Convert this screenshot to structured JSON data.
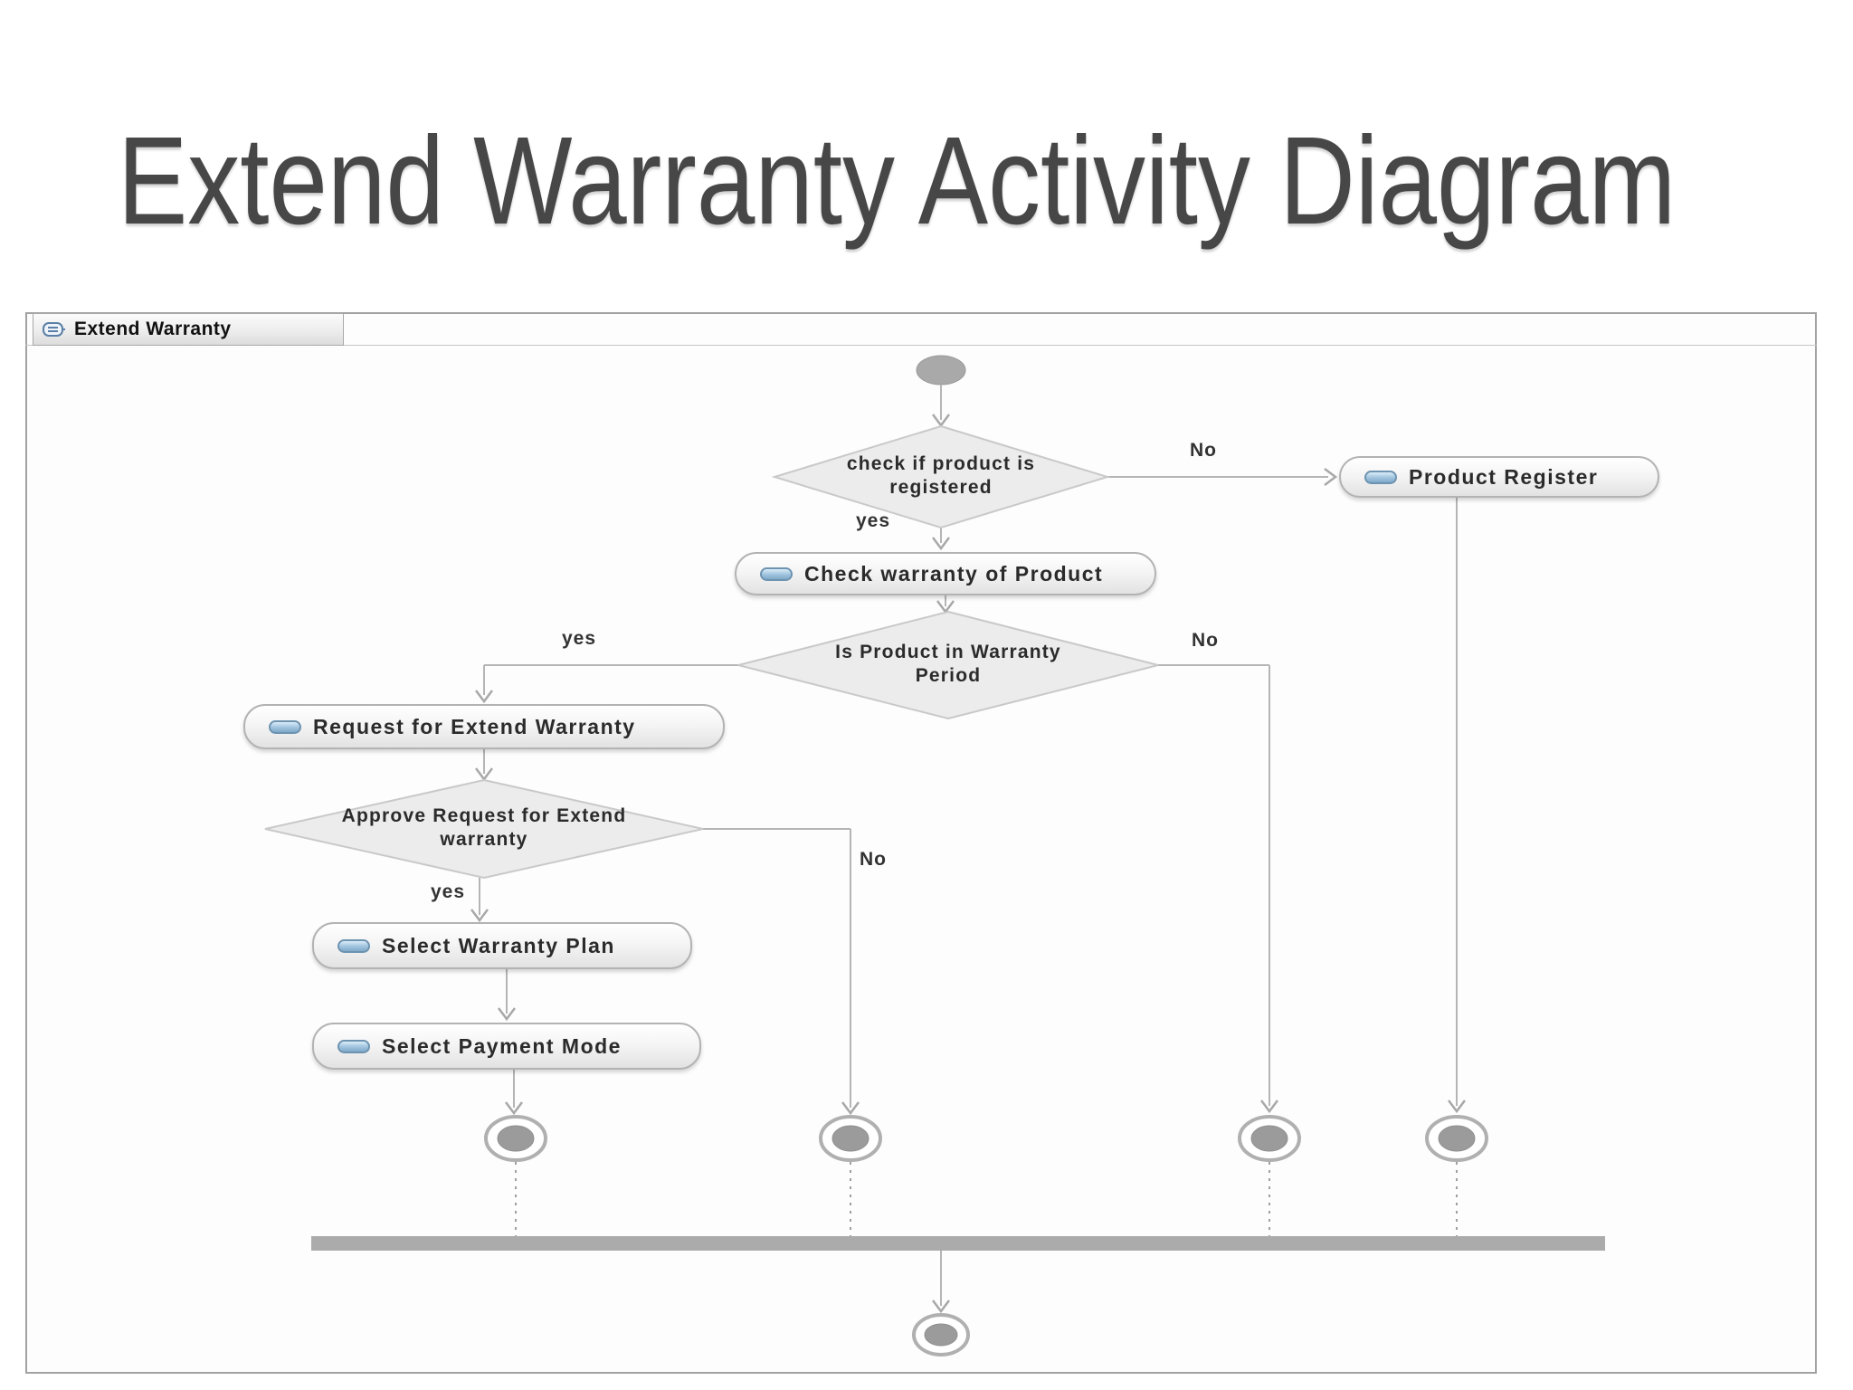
{
  "title": "Extend Warranty Activity Diagram",
  "tab": {
    "label": "Extend Warranty",
    "icon": "activity-diagram-icon"
  },
  "nodes": {
    "product_register": {
      "label": "Product Register"
    },
    "check_warranty": {
      "label": "Check warranty of Product"
    },
    "request_extend": {
      "label": "Request for Extend Warranty"
    },
    "select_plan": {
      "label": "Select Warranty Plan"
    },
    "select_payment": {
      "label": "Select Payment Mode"
    }
  },
  "decisions": {
    "product_registered": {
      "lines": [
        "check if product is",
        "registered"
      ]
    },
    "warranty_period": {
      "lines": [
        "Is Product in Warranty",
        "Period"
      ]
    },
    "approve_request": {
      "lines": [
        "Approve Request for Extend",
        "warranty"
      ]
    }
  },
  "edge_labels": {
    "registered_no": "No",
    "registered_yes": "yes",
    "warranty_yes": "yes",
    "warranty_no": "No",
    "approve_yes": "yes",
    "approve_no": "No"
  },
  "colors": {
    "title_gray": "#474747",
    "line_gray": "#b5b5b5",
    "node_fill": "#ececec",
    "end_node_gray": "#9b9b9b",
    "join_bar_gray": "#ababab",
    "pill_blue": "#8fb8d8"
  }
}
